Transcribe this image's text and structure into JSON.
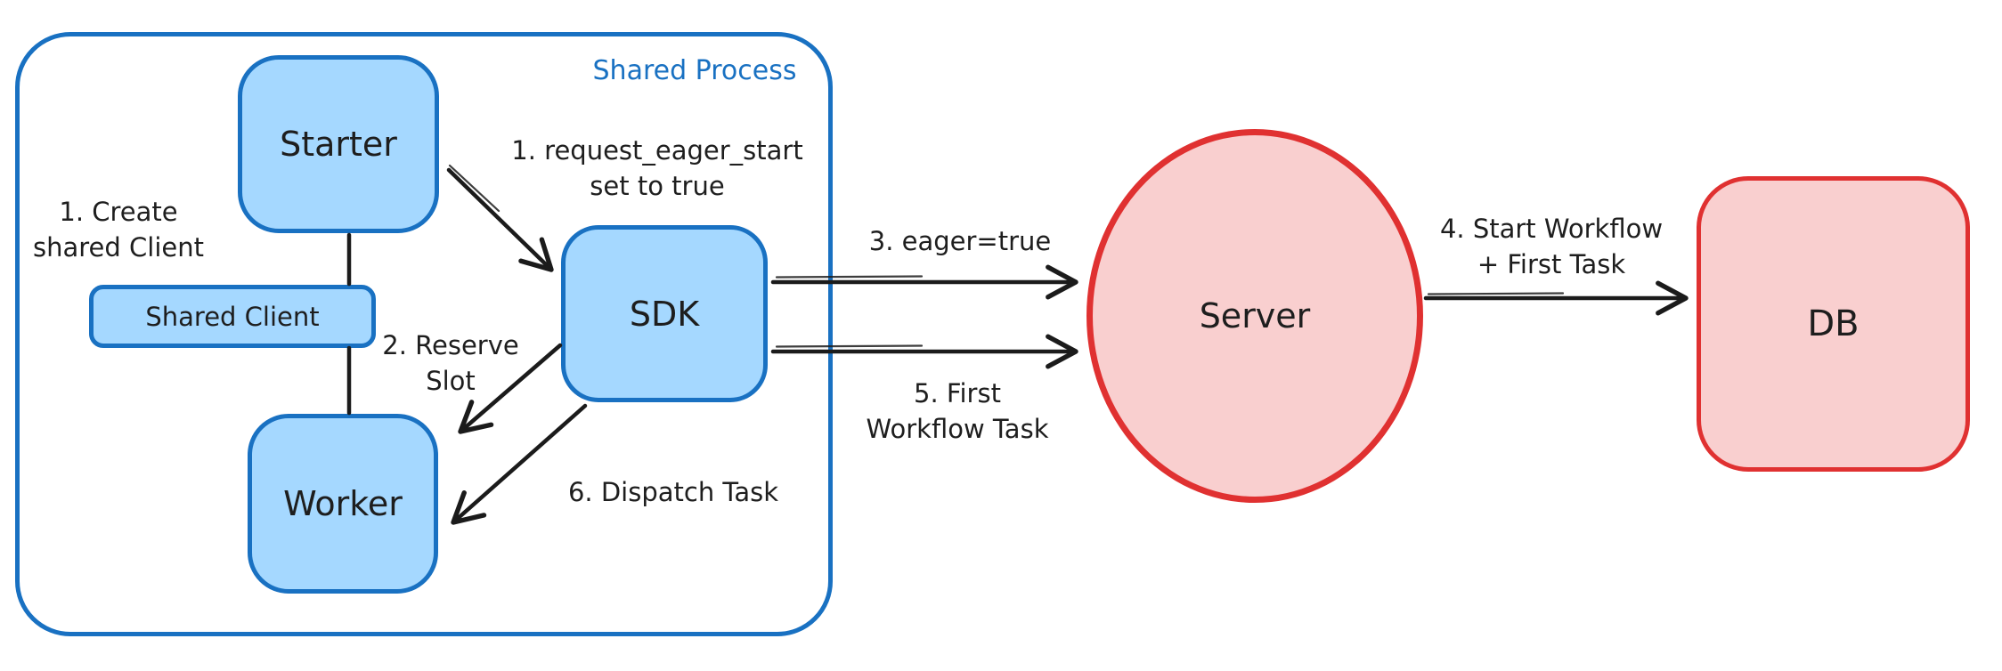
{
  "diagram": {
    "title": "Shared Process eager workflow start diagram",
    "shared_process": {
      "label": "Shared Process"
    },
    "nodes": {
      "starter": "Starter",
      "shared_client": "Shared Client",
      "worker": "Worker",
      "sdk": "SDK",
      "server": "Server",
      "db": "DB"
    },
    "annotations": {
      "create_shared_client": {
        "line1": "1. Create",
        "line2": "shared Client"
      },
      "request_eager_start": {
        "line1": "1. request_eager_start",
        "line2": "set to true"
      },
      "reserve_slot": {
        "line1": "2. Reserve",
        "line2": "Slot"
      },
      "eager_true": "3. eager=true",
      "start_workflow": {
        "line1": "4. Start Workflow",
        "line2": "+ First Task"
      },
      "first_workflow_task": {
        "line1": "5. First",
        "line2": "Workflow Task"
      },
      "dispatch_task": "6. Dispatch Task"
    },
    "edges": [
      "Starter — Shared Client (line)",
      "Shared Client — Worker (line)",
      "Starter → SDK",
      "SDK → Worker (reserve slot)",
      "SDK → Worker (dispatch task)",
      "SDK → Server (eager=true)",
      "SDK → Server (first workflow task)",
      "Server → DB"
    ],
    "colors": {
      "blue_stroke": "#1971c2",
      "blue_fill": "#a5d8ff",
      "red_stroke": "#e03131",
      "red_fill": "#f9cfcf",
      "ink": "#1e1e1e",
      "arrow": "#1b1b1b",
      "background": "#ffffff"
    }
  }
}
